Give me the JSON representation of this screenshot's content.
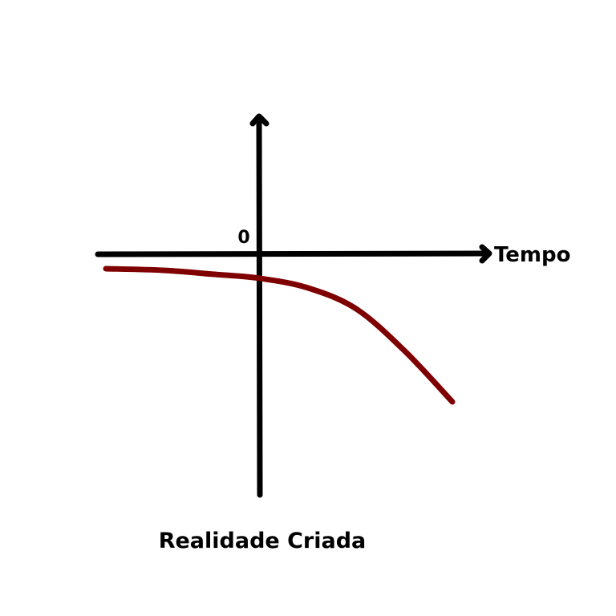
{
  "chart_data": {
    "type": "line",
    "title": "Realidade Criada",
    "xlabel": "Tempo",
    "ylabel": "",
    "origin_tick_label": "0",
    "xlim": [
      -5,
      7
    ],
    "ylim": [
      -7.5,
      4.2
    ],
    "grid": false,
    "legend": "none",
    "series": [
      {
        "color": "#7f0000",
        "x": [
          -4.8,
          -3,
          -1.5,
          0,
          1.5,
          3,
          4.5,
          6.0
        ],
        "y": [
          -0.45,
          -0.5,
          -0.62,
          -0.75,
          -1.05,
          -1.7,
          -3.0,
          -4.6
        ]
      }
    ]
  }
}
